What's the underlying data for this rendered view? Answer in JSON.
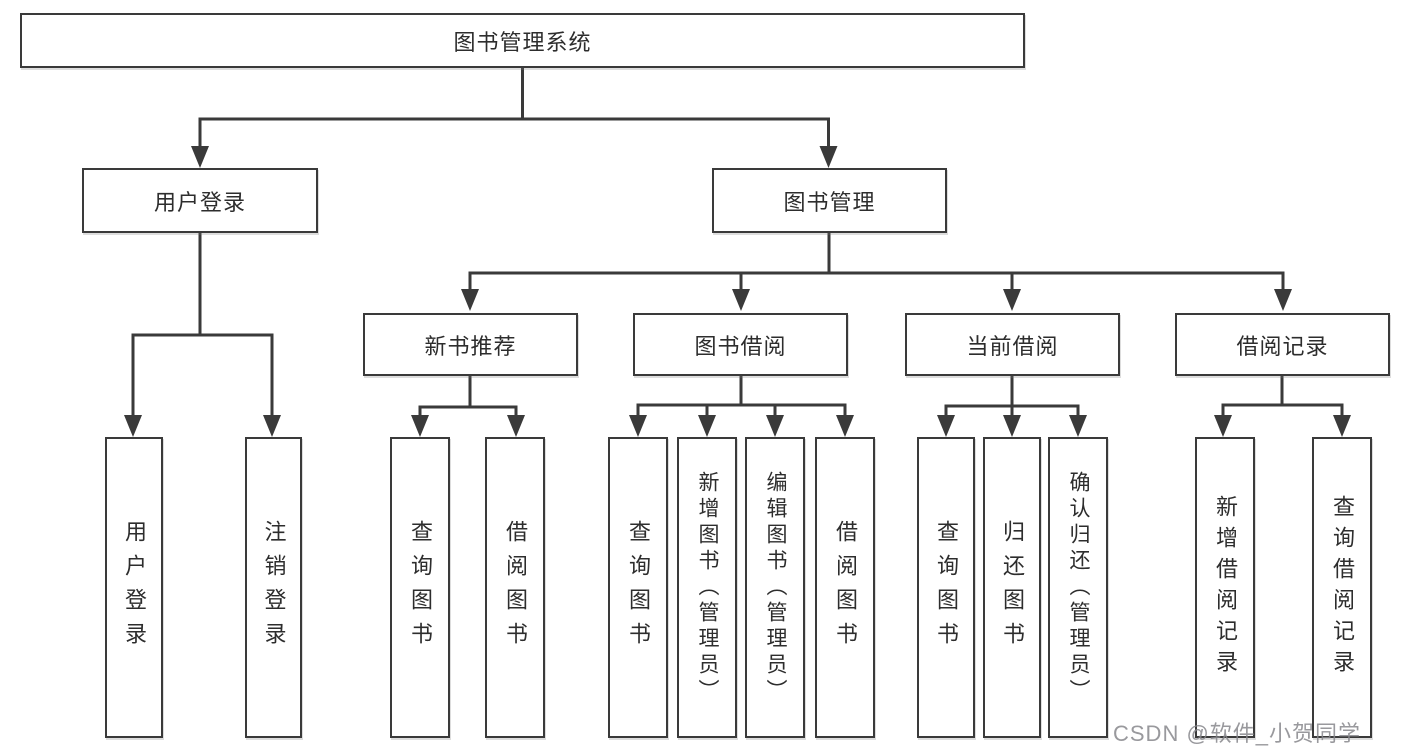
{
  "tree": {
    "root": "图书管理系统",
    "branches": [
      {
        "label": "用户登录",
        "children": [
          "用户登录",
          "注销登录"
        ]
      },
      {
        "label": "图书管理",
        "children": [
          {
            "label": "新书推荐",
            "children": [
              "查询图书",
              "借阅图书"
            ]
          },
          {
            "label": "图书借阅",
            "children": [
              "查询图书",
              "新增图书（管理员）",
              "编辑图书（管理员）",
              "借阅图书"
            ]
          },
          {
            "label": "当前借阅",
            "children": [
              "查询图书",
              "归还图书",
              "确认归还（管理员）"
            ]
          },
          {
            "label": "借阅记录",
            "children": [
              "新增借阅记录",
              "查询借阅记录"
            ]
          }
        ]
      }
    ]
  },
  "watermark": "CSDN @软件_小贺同学",
  "colors": {
    "line": "#3a3a3a",
    "box_border": "#3a3a3a",
    "text": "#2d2d2d",
    "watermark": "#87878c",
    "background": "#ffffff"
  }
}
